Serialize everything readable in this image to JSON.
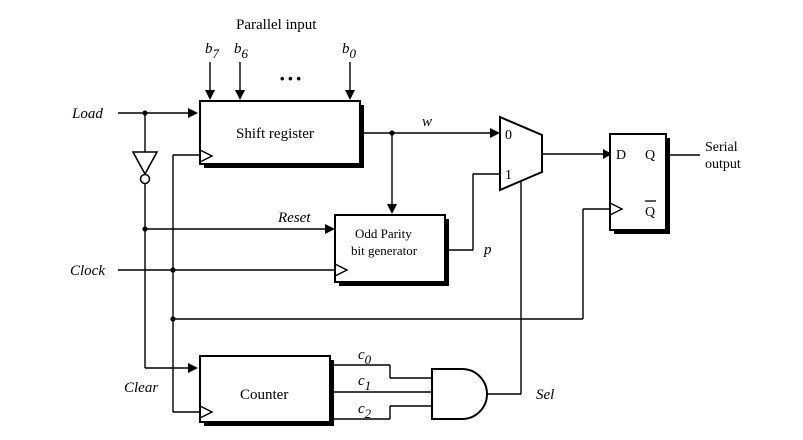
{
  "title": "Parallel input",
  "inputs": {
    "b7": {
      "base": "b",
      "sub": "7"
    },
    "b6": {
      "base": "b",
      "sub": "6"
    },
    "b0": {
      "base": "b",
      "sub": "0"
    },
    "ellipsis": "• • •"
  },
  "signals": {
    "load": "Load",
    "reset": "Reset",
    "clock": "Clock",
    "clear": "Clear",
    "w": "w",
    "p": "p",
    "sel": "Sel",
    "c0": {
      "base": "c",
      "sub": "0"
    },
    "c1": {
      "base": "c",
      "sub": "1"
    },
    "c2": {
      "base": "c",
      "sub": "2"
    }
  },
  "blocks": {
    "shift_register": "Shift register",
    "parity_line1": "Odd Parity",
    "parity_line2": "bit generator",
    "counter": "Counter",
    "ff_d": "D",
    "ff_q": "Q",
    "ff_qbar": "Q",
    "mux_in0": "0",
    "mux_in1": "1"
  },
  "output": {
    "line1": "Serial",
    "line2": "output"
  }
}
